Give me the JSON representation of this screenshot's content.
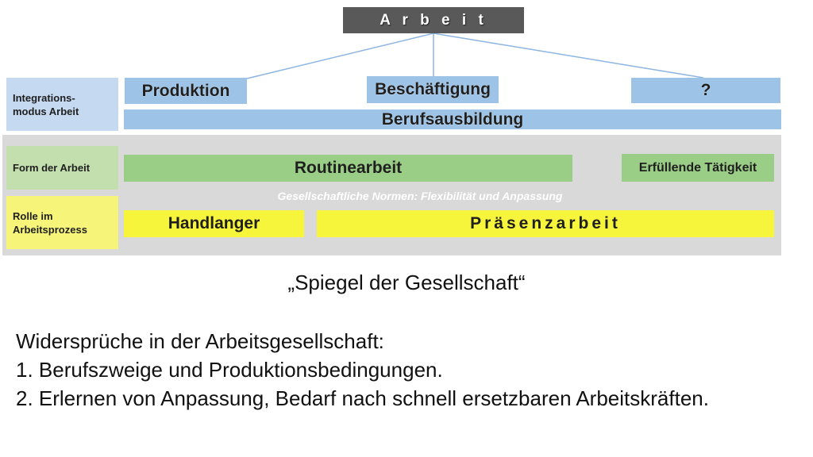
{
  "diagram": {
    "root": "A r b e i t",
    "side_labels": {
      "integration": "Integrations-\nmodus Arbeit",
      "form": "Form der Arbeit",
      "role": "Rolle im Arbeitsprozess"
    },
    "integration_modes": {
      "produktion": "Produktion",
      "beschaeftigung": "Beschäftigung",
      "unknown": "?",
      "berufsausbildung": "Berufsausbildung"
    },
    "work_forms": {
      "routine": "Routinearbeit",
      "fulfilling": "Erfüllende Tätigkeit"
    },
    "norms": "Gesellschaftliche Normen:  Flexibilität und Anpassung",
    "roles": {
      "handlanger": "Handlanger",
      "praesenz": "Präsenzarbeit"
    },
    "colors": {
      "root": "#595959",
      "blue": "#9dc3e6",
      "green": "#9acd85",
      "yellow": "#f7f43c",
      "band": "#d9d9d9",
      "connector": "#8db4e2"
    }
  },
  "text": {
    "quote": "„Spiegel der Gesellschaft“",
    "heading": "Widersprüche in der Arbeitsgesellschaft:",
    "point1": "1. Berufszweige und Produktionsbedingungen.",
    "point2": "2. Erlernen von Anpassung, Bedarf nach schnell ersetzbaren Arbeitskräften."
  }
}
